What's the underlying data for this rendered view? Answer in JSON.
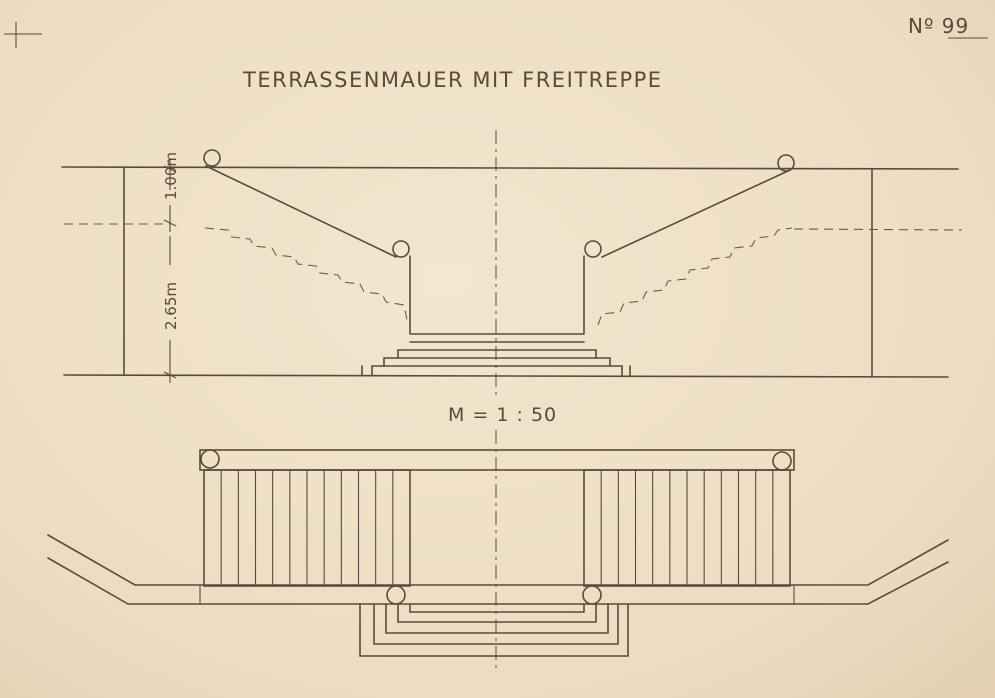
{
  "sheet_number": "Nº 99",
  "title": "TERRASSENMAUER MIT FREITREPPE",
  "scale_label": "M = 1 : 50",
  "dimensions": {
    "upper": "1.00m",
    "lower": "2.65m"
  },
  "colors": {
    "paper": "#efe1c8",
    "ink": "#5a4a3c"
  }
}
